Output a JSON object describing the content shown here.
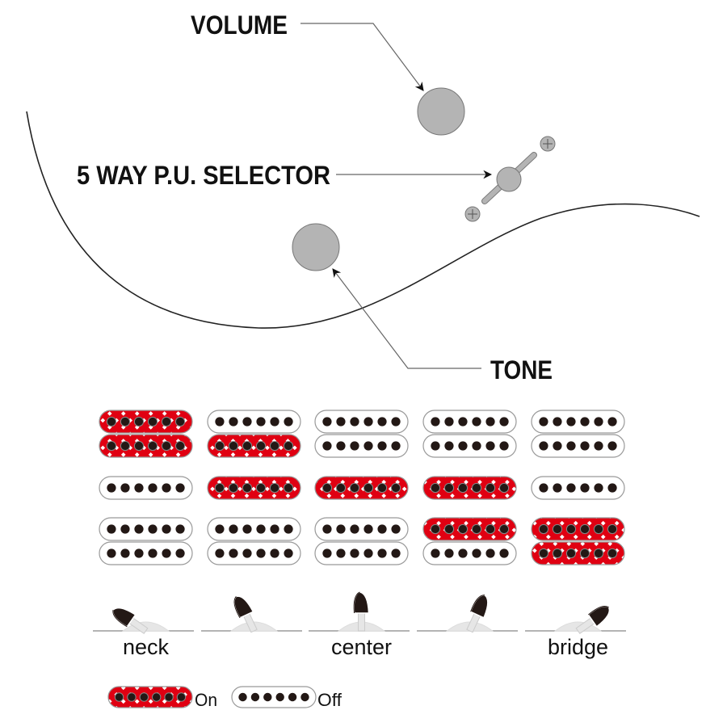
{
  "controls": {
    "volume_label": "VOLUME",
    "selector_label": "5 WAY P.U. SELECTOR",
    "tone_label": "TONE"
  },
  "colors": {
    "knob_fill": "#b4b4b4",
    "knob_stroke": "#777777",
    "on_fill": "#e00012",
    "off_fill": "#ffffff",
    "pole": "#231815",
    "toggle_tip": "#231815"
  },
  "pickup_layout": [
    "neck-humbucker",
    "middle-single",
    "bridge-humbucker"
  ],
  "positions": [
    {
      "label": "neck",
      "toggle_angle_deg": -55,
      "coils": {
        "neck_top": true,
        "neck_bottom": true,
        "middle": false,
        "bridge_top": false,
        "bridge_bottom": false
      }
    },
    {
      "label": "",
      "toggle_angle_deg": -25,
      "coils": {
        "neck_top": false,
        "neck_bottom": true,
        "middle": true,
        "bridge_top": false,
        "bridge_bottom": false
      }
    },
    {
      "label": "center",
      "toggle_angle_deg": 0,
      "coils": {
        "neck_top": false,
        "neck_bottom": false,
        "middle": true,
        "bridge_top": false,
        "bridge_bottom": false
      }
    },
    {
      "label": "",
      "toggle_angle_deg": 25,
      "coils": {
        "neck_top": false,
        "neck_bottom": false,
        "middle": true,
        "bridge_top": true,
        "bridge_bottom": false
      }
    },
    {
      "label": "bridge",
      "toggle_angle_deg": 55,
      "coils": {
        "neck_top": false,
        "neck_bottom": false,
        "middle": false,
        "bridge_top": true,
        "bridge_bottom": true
      }
    }
  ],
  "legend": {
    "on_label": "On",
    "off_label": "Off"
  }
}
